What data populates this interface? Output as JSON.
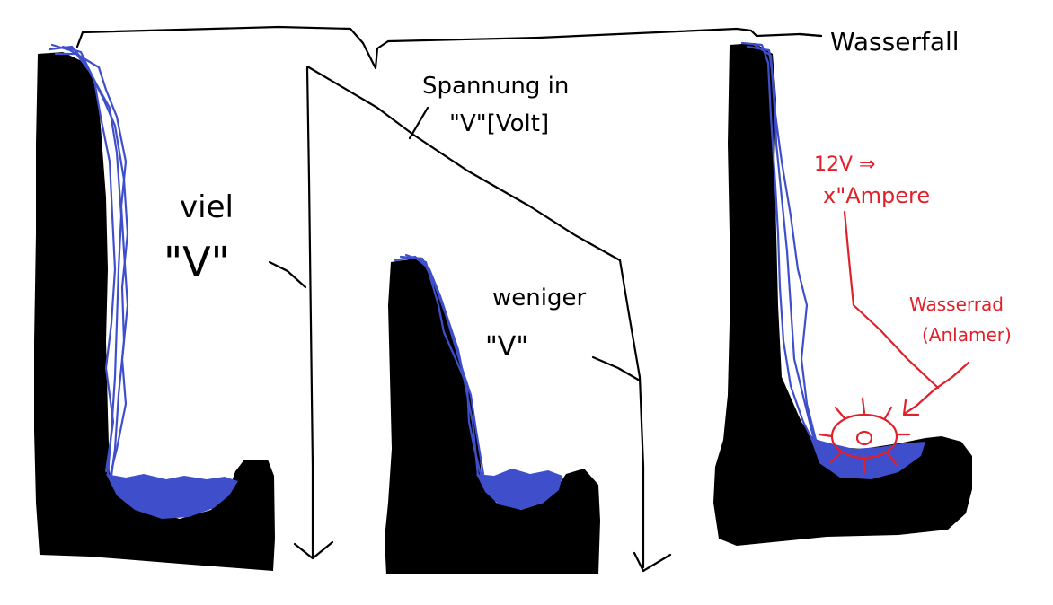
{
  "labels": {
    "wasserfall": "Wasserfall",
    "spannung_line1": "Spannung in",
    "spannung_line2": "\"V\"[Volt]",
    "viel_line1": "viel",
    "viel_line2": "\"V\"",
    "weniger_line1": "weniger",
    "weniger_line2": "\"V\"",
    "ampere_line1": "12V ⇒",
    "ampere_line2": "x\"Ampere",
    "wasserrad_line1": "Wasserrad",
    "wasserrad_line2": "(Anlamer)"
  },
  "colors": {
    "rock": "#000000",
    "water": "#3f4fcc",
    "annotation": "#e0202a",
    "background": "#ffffff"
  }
}
